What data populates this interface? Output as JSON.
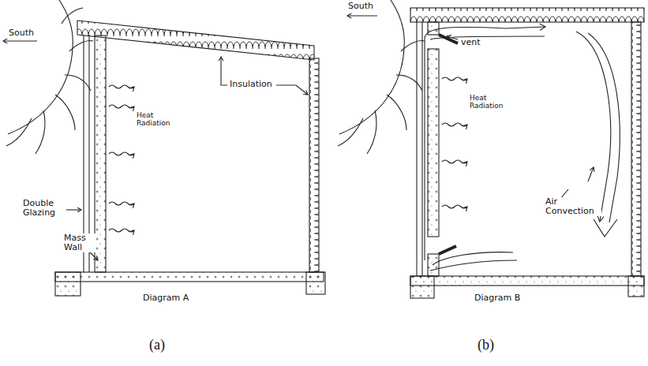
{
  "diagram": {
    "labels": [
      "South",
      "Insulation",
      "Heat Radiation",
      "Double Glazing",
      "Mass Wall",
      "Diagram A",
      "(a)",
      "South",
      "vent",
      "Heat Radiation",
      "Air Convection",
      "Diagram B",
      "(b)"
    ]
  }
}
